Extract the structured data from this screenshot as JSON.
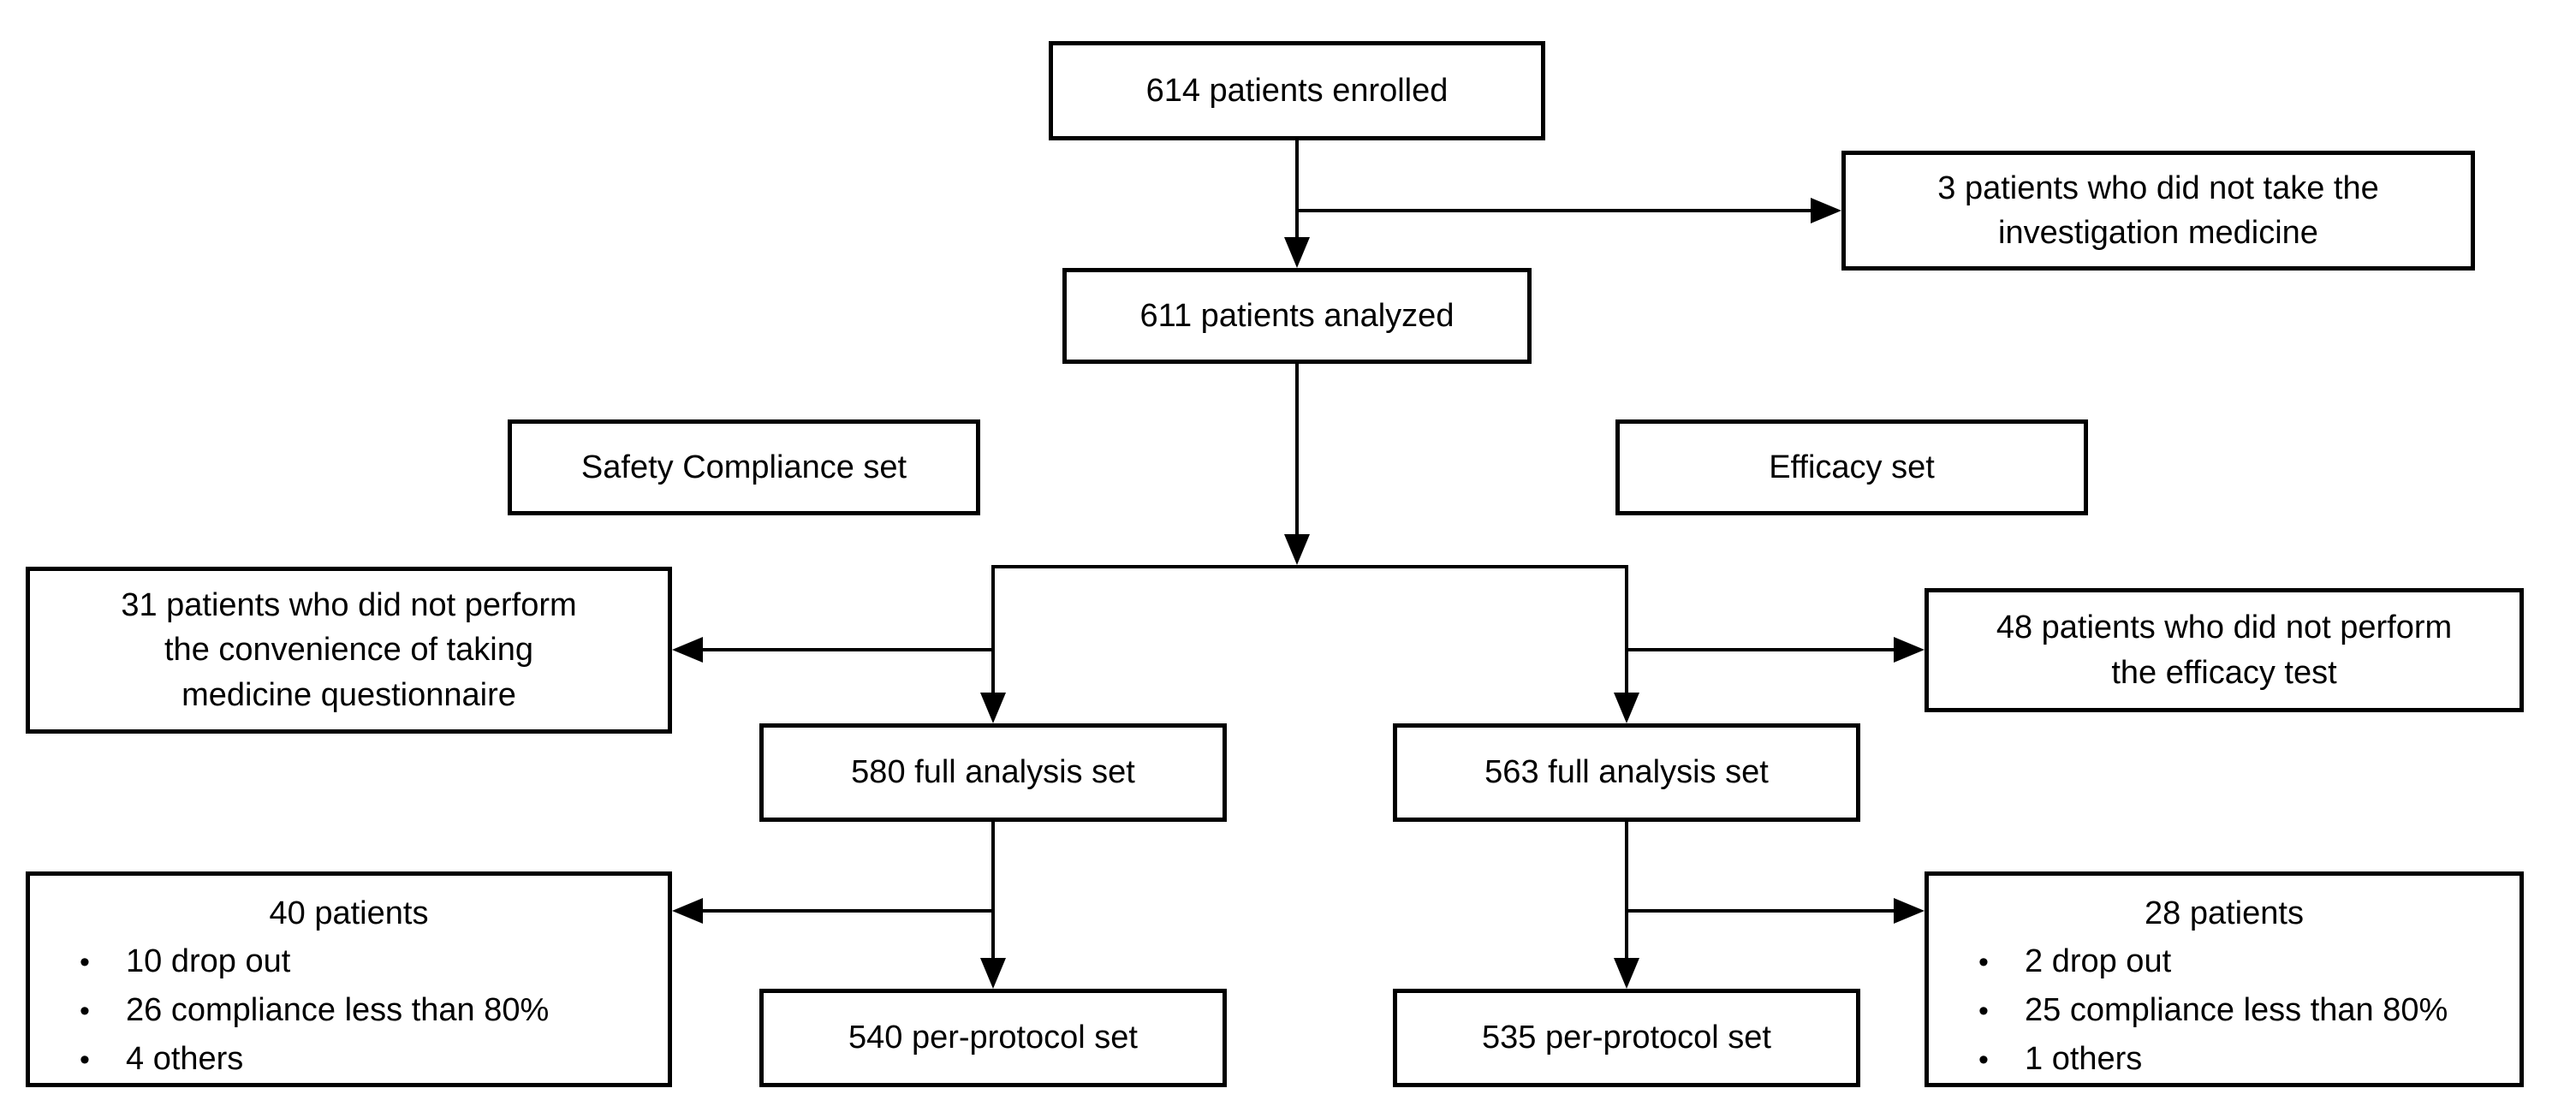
{
  "figure": {
    "background": "#ffffff",
    "stroke": "#000000",
    "bullet_glyph": "•",
    "nodes": {
      "enrolled": "614 patients enrolled",
      "excluded_no_medicine": "3 patients who did not take the\ninvestigation medicine",
      "analyzed": "611 patients analyzed",
      "safety_set_label": "Safety Compliance set",
      "efficacy_set_label": "Efficacy set",
      "excluded_no_questionnaire": "31 patients who did not perform\nthe convenience of taking\nmedicine questionnaire",
      "excluded_no_efficacy_test": "48 patients who did not perform\nthe efficacy test",
      "safety_full_analysis": "580 full analysis set",
      "efficacy_full_analysis": "563 full analysis set",
      "safety_excluded": {
        "title": "40 patients",
        "bullets": [
          "10 drop out",
          "26 compliance less than 80%",
          "4 others"
        ]
      },
      "safety_per_protocol": "540 per-protocol set",
      "efficacy_excluded": {
        "title": "28 patients",
        "bullets": [
          "2 drop out",
          "25 compliance less than 80%",
          "1 others"
        ]
      },
      "efficacy_per_protocol": "535 per-protocol set"
    }
  }
}
